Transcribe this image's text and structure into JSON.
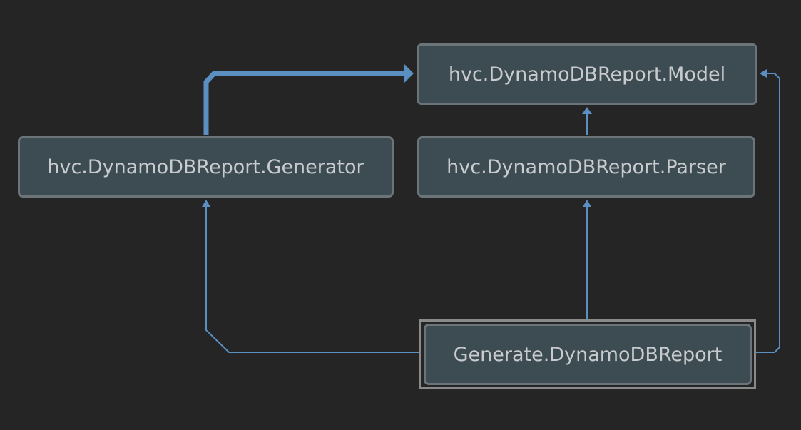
{
  "diagram": {
    "nodes": [
      {
        "id": "model",
        "label": "hvc.DynamoDBReport.Model"
      },
      {
        "id": "generator",
        "label": "hvc.DynamoDBReport.Generator"
      },
      {
        "id": "parser",
        "label": "hvc.DynamoDBReport.Parser"
      },
      {
        "id": "app",
        "label": "Generate.DynamoDBReport",
        "selected": true
      }
    ],
    "edges": [
      {
        "from": "generator",
        "to": "model",
        "weight": "heavy"
      },
      {
        "from": "parser",
        "to": "model",
        "weight": "medium"
      },
      {
        "from": "app",
        "to": "generator",
        "weight": "light"
      },
      {
        "from": "app",
        "to": "parser",
        "weight": "light"
      },
      {
        "from": "app",
        "to": "model",
        "weight": "light"
      }
    ],
    "colors": {
      "background": "#252526",
      "node_fill": "#3d4b52",
      "node_border": "#6b7479",
      "node_text": "#c8ccce",
      "edge": "#5b8fc2",
      "selection": "#8a8a8a"
    }
  }
}
